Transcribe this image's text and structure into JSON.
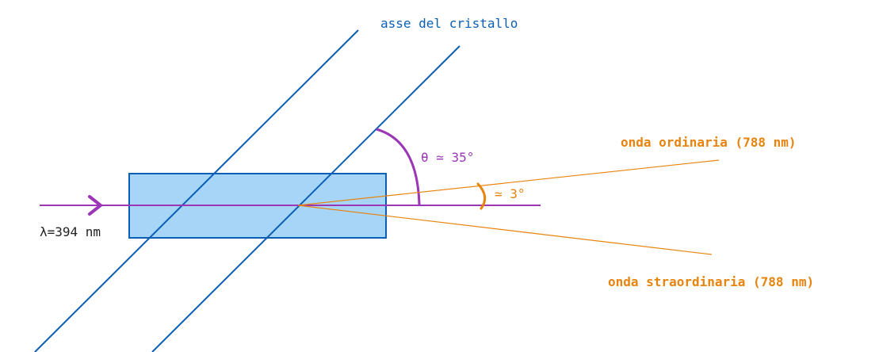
{
  "labels": {
    "crystal_axis": "asse del cristallo",
    "wavelength": "λ=394 nm",
    "angle_theta": "θ ≃ 35°",
    "angle_small": "≃ 3°",
    "ordinary_wave": "onda ordinaria (788 nm)",
    "extraordinary_wave": "onda straordinaria (788 nm)"
  },
  "colors": {
    "axis_blue": "#0a5fb4",
    "crystal_fill": "#a6d5f7",
    "crystal_border": "#0a5fb4",
    "beam_purple": "#9b36b7",
    "output_orange": "#e8830c"
  }
}
